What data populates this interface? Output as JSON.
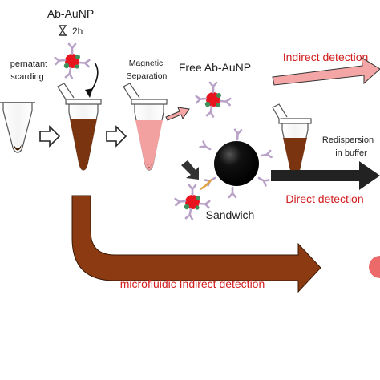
{
  "header": {
    "reagent": "Ab-AuNP",
    "incubation_time": "2h"
  },
  "steps": {
    "supernatant_line1": "pernatant",
    "supernatant_line2": "scarding",
    "magnetic_line1": "Magnetic",
    "magnetic_line2": "Separation",
    "free_label": "Free Ab-AuNP",
    "sandwich_label": "Sandwich",
    "redispersion_line1": "Redispersion",
    "redispersion_line2": "in buffer"
  },
  "detection": {
    "indirect": "Indirect detection",
    "direct": "Direct detection",
    "microfluidic": "microfluidic Indirect detection"
  },
  "icons": [
    "hourglass-icon",
    "microtube-icon",
    "gold-nanoparticle-icon",
    "magnetic-bead-icon",
    "antibody-icon"
  ],
  "colors": {
    "nanoparticle": "#e8141e",
    "supernatant_brown": "#7a3410",
    "separated_pink": "#f2a0a0",
    "bead": "#0a0a0a",
    "antibody": "#b9a2c8",
    "pink_arrow": "#f4a6a6",
    "microfluidic_arrow": "#8b3a12",
    "label_red": "#d21e1e"
  }
}
